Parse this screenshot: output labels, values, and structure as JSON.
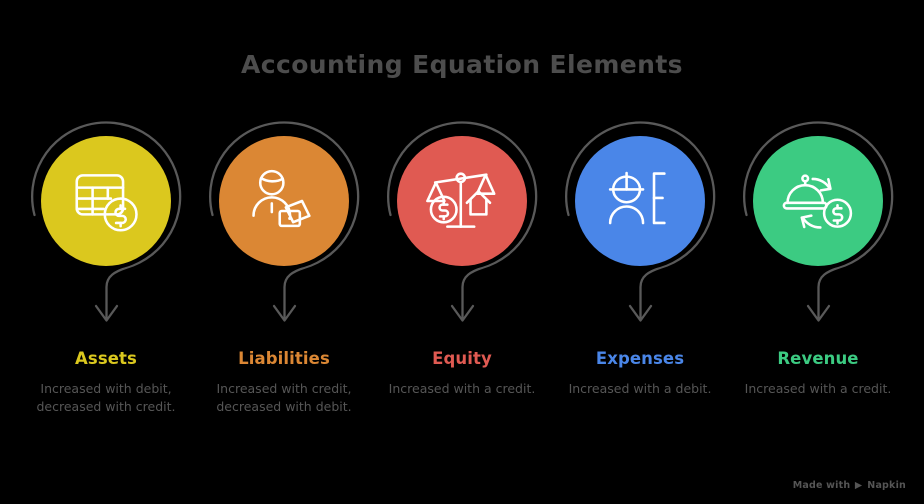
{
  "page": {
    "title": "Accounting Equation Elements",
    "background_color": "#000000",
    "title_color": "#4d4d4d",
    "arc_color": "#595959",
    "description_color": "#565656"
  },
  "elements": [
    {
      "label": "Assets",
      "description": "Increased with debit, decreased with credit.",
      "color": "#DBC81E",
      "icon": "table-dollar-icon"
    },
    {
      "label": "Liabilities",
      "description": "Increased with credit, decreased with debit.",
      "color": "#DB8734",
      "icon": "person-cash-icon"
    },
    {
      "label": "Equity",
      "description": "Increased with a credit.",
      "color": "#E05A52",
      "icon": "balance-scale-icon"
    },
    {
      "label": "Expenses",
      "description": "Increased with a debit.",
      "color": "#4A86E8",
      "icon": "worker-helmet-icon"
    },
    {
      "label": "Revenue",
      "description": "Increased with a credit.",
      "color": "#3CCB82",
      "icon": "service-dome-dollar-icon"
    }
  ],
  "watermark": {
    "prefix": "Made with",
    "brand": "Napkin",
    "mark": "napkin-play-icon"
  }
}
